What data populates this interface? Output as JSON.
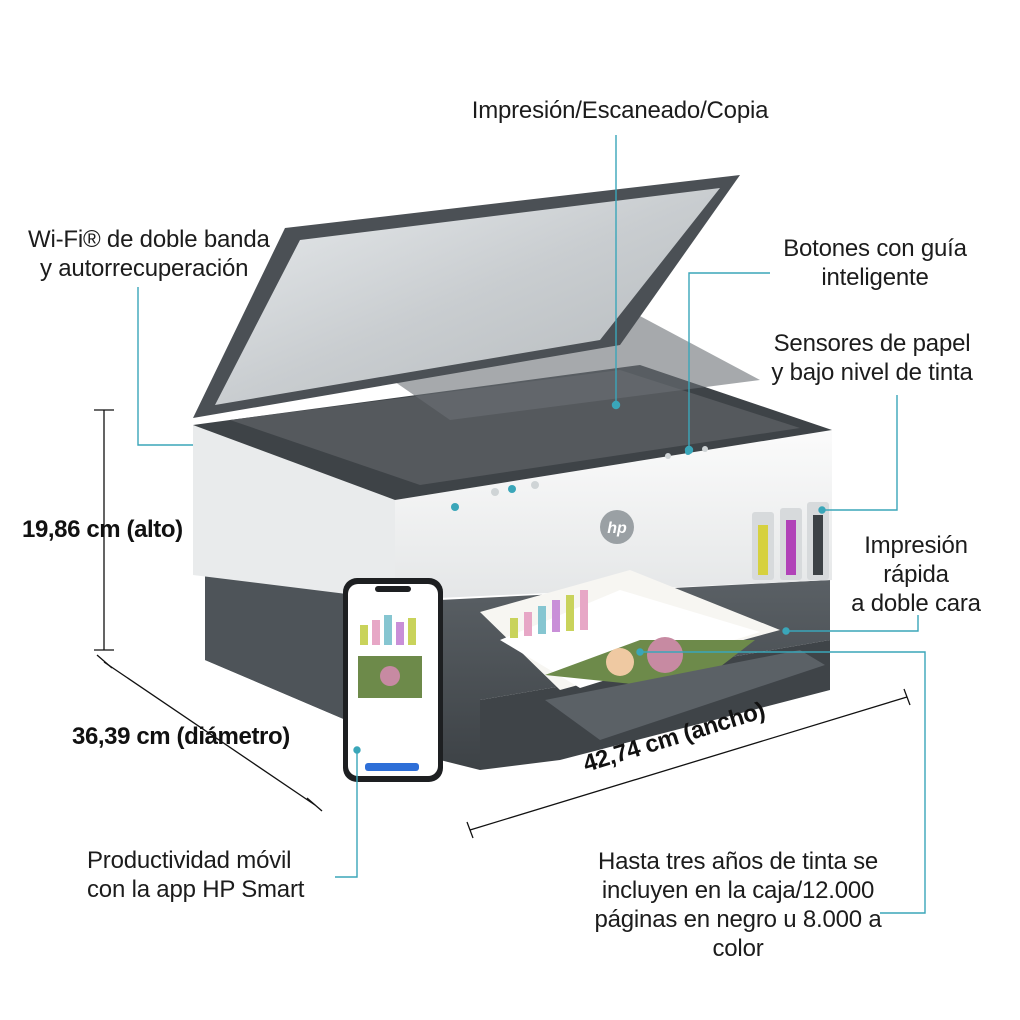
{
  "callouts": {
    "print_scan_copy": "Impresión/Escaneado/Copia",
    "wifi_line1": "Wi-Fi® de doble banda",
    "wifi_line2": "y autorrecuperación",
    "buttons_line1": "Botones con guía",
    "buttons_line2": "inteligente",
    "sensors_line1": "Sensores de papel",
    "sensors_line2": "y bajo nivel de tinta",
    "duplex_line1": "Impresión",
    "duplex_line2": "rápida",
    "duplex_line3": "a doble cara",
    "mobile_line1": "Productividad móvil",
    "mobile_line2": "con la app HP Smart",
    "ink_line1": "Hasta tres años de tinta se",
    "ink_line2": "incluyen en la caja/12.000",
    "ink_line3": "páginas en negro u 8.000 a",
    "ink_line4": "color"
  },
  "dimensions": {
    "height": "19,86 cm (alto)",
    "depth": "36,39 cm (diámetro)",
    "width": "42,74 cm (ancho)"
  },
  "product": {
    "brand_logo": "hp",
    "accent_color": "#3aa6b9",
    "body_color": "#f2f2f2",
    "dark_color": "#4a5055"
  }
}
